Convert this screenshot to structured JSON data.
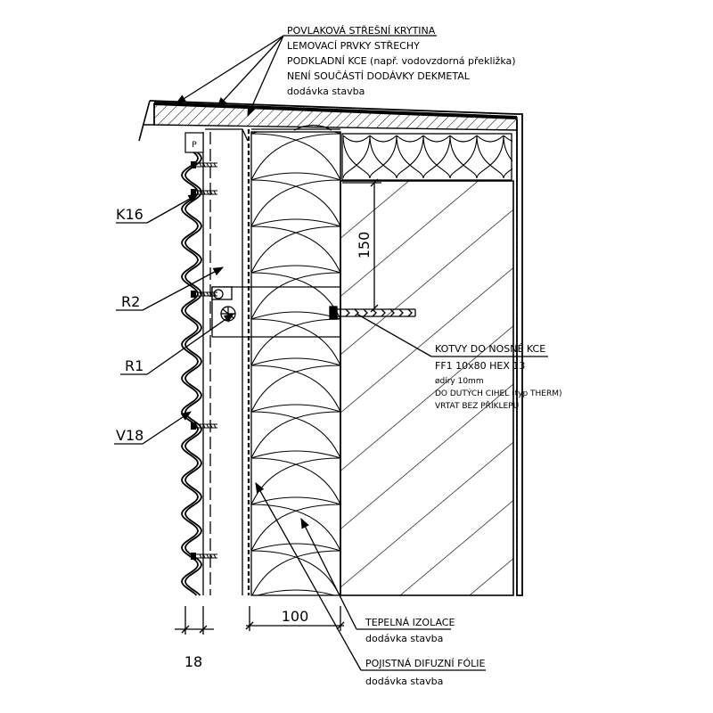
{
  "callouts": {
    "roof": {
      "line1": "POVLAKOVÁ STŘEŠNÍ KRYTINA",
      "line2": "LEMOVACÍ PRVKY STŘECHY",
      "line3": "PODKLADNÍ KCE (např. vodovzdorná překližka)",
      "line4": "NENÍ SOUČÁSTÍ DODÁVKY DEKMETAL",
      "line5": "dodávka stavba"
    },
    "anchors": {
      "line1": "KOTVY DO NOSNÉ KCE",
      "line2": "FF1  10x80  HEX 13",
      "line3": "ødíry 10mm",
      "line4": "DO DUTÝCH CIHEL (typ THERM)",
      "line5": "VRTAT BEZ PŘÍKLEPU"
    },
    "insulation": {
      "line1": "TEPELNÁ IZOLACE",
      "line2": "dodávka stavba"
    },
    "membrane": {
      "line1": "POJISTNÁ DIFUZNÍ FÓLIE",
      "line2": "dodávka stavba"
    }
  },
  "tags": {
    "k16": "K16",
    "r2": "R2",
    "r1": "R1",
    "v18": "V18",
    "p": "P"
  },
  "dimensions": {
    "anchor_depth": "150",
    "insulation_thickness": "100",
    "cladding_thickness": "18"
  }
}
